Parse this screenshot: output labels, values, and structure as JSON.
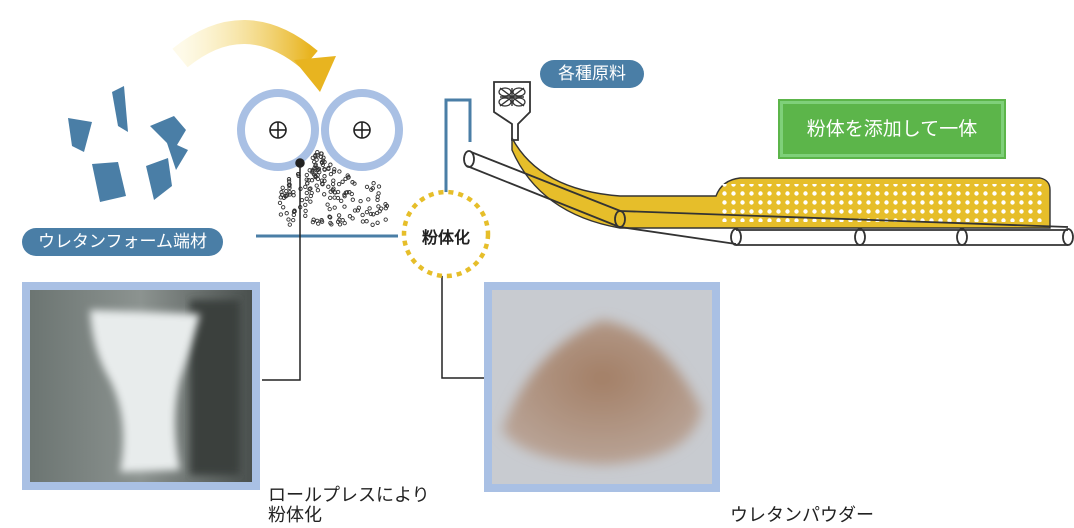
{
  "labels": {
    "urethane_scrap": "ウレタンフォーム端材",
    "various_materials": "各種原料",
    "powderize": "粉体化",
    "add_powder": "粉体を添加して一体",
    "roll_press_line1": "ロールプレスにより",
    "roll_press_line2": "粉体化",
    "urethane_powder": "ウレタンパウダー"
  },
  "colors": {
    "accent_blue": "#4a7ea6",
    "light_blue": "#a9c0e4",
    "yellow": "#e6be2a",
    "green": "#5cb54a"
  },
  "icons": [
    "arrow-icon",
    "roller-icon",
    "hopper-icon",
    "foam-chip-icon"
  ]
}
